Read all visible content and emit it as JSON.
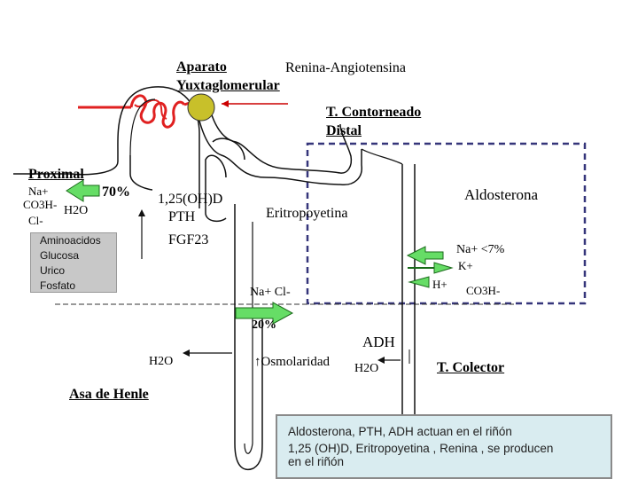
{
  "labels": {
    "aparato": "Aparato",
    "yuxta": "Yuxtaglomerular",
    "renina": "Renina-Angiotensina",
    "t_contorneado": "T. Contorneado",
    "distal": "Distal",
    "proximal": "Proximal",
    "na_left": "Na+",
    "co3h_left": "CO3H-",
    "h2o_left": "H2O",
    "cl_left": "Cl-",
    "pct70": "70%",
    "oh_d": "1,25(OH)D",
    "pth": "PTH",
    "fgf23": "FGF23",
    "eritropoyetina": "Eritropoyetina",
    "aldosterona": "Aldosterona",
    "na_k_pct": "Na+ <7%",
    "k_plus": "K+",
    "h_plus": "H+",
    "co3h_right": "CO3H-",
    "na_cl": "Na+ Cl-",
    "pct20": "20%",
    "adh": "ADH",
    "h2o_henle": "H2O",
    "osmolaridad": "↑Osmolaridad",
    "h2o_collector": "H2O",
    "t_colector": "T. Colector",
    "asa_henle": "Asa de Henle"
  },
  "grey_box": [
    "Aminoacidos",
    "Glucosa",
    "Urico",
    "Fosfato"
  ],
  "info_box": {
    "line1": "Aldosterona, PTH, ADH actuan en el riñón",
    "line2": "1,25 (OH)D, Eritropoyetina , Renina , se producen",
    "line3": "en el riñón"
  },
  "colors": {
    "arrow_fill": "#66dd66",
    "glomerulus": "#e02020",
    "macula": "#c8c02a",
    "dashed_box": "#35357a",
    "info_bg": "#d9ecf0"
  }
}
